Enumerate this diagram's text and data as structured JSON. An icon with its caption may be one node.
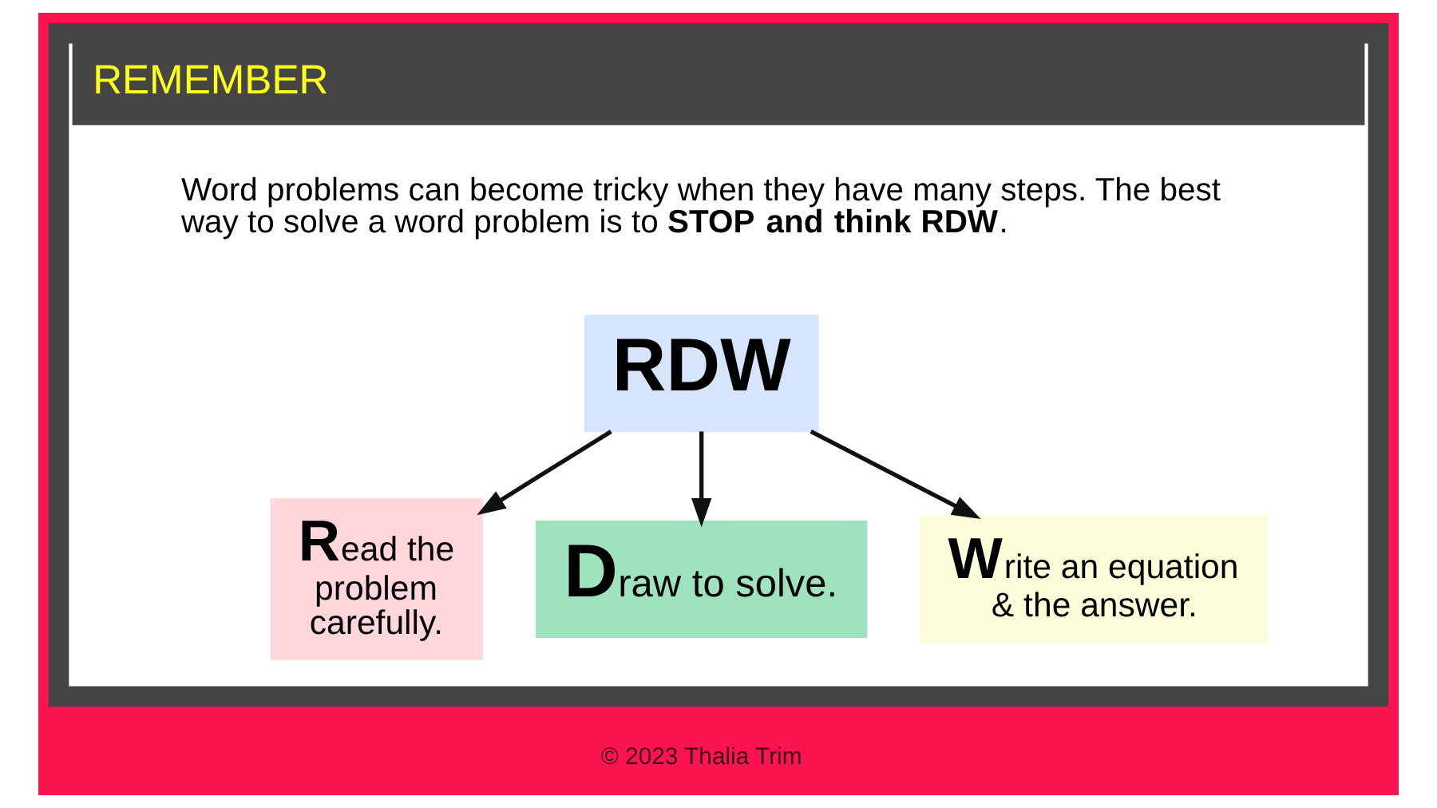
{
  "diagram": {
    "nodes": [
      {
        "text": [
          "REMEMBER"
        ]
      },
      {
        "text": [
          "RDW"
        ],
        "in": 0
      },
      {
        "text": [
          "Read the problem carefully."
        ],
        "in": 0
      },
      {
        "text": [
          "Draw to solve."
        ],
        "in": 0
      },
      {
        "text": [
          "Write an equation & the answer."
        ],
        "in": 0
      }
    ],
    "edges": [
      {
        "from": 1,
        "to": 2,
        "arrow": "to"
      },
      {
        "from": 1,
        "to": 3,
        "arrow": "to"
      },
      {
        "from": 1,
        "to": 4,
        "arrow": "to"
      }
    ],
    "labels": [
      "Word problems can become tricky when they have many steps. The best way to solve a word problem is to **STOP and think RDW**.",
      "© 2023 Thalia Trim"
    ]
  }
}
